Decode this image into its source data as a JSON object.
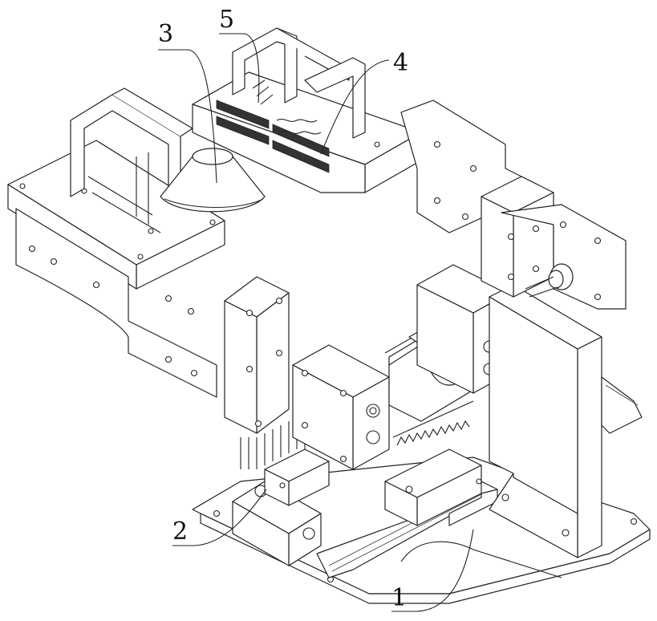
{
  "figure": {
    "type": "patent-style isometric line drawing of mechanical assembly",
    "labels": [
      {
        "id": "1",
        "text": "1",
        "target": "base-plate"
      },
      {
        "id": "2",
        "text": "2",
        "target": "linear-guide-rail"
      },
      {
        "id": "3",
        "text": "3",
        "target": "conical-workpiece"
      },
      {
        "id": "4",
        "text": "4",
        "target": "clamp-jaw-assembly"
      },
      {
        "id": "5",
        "text": "5",
        "target": "comb-gripper"
      }
    ]
  }
}
